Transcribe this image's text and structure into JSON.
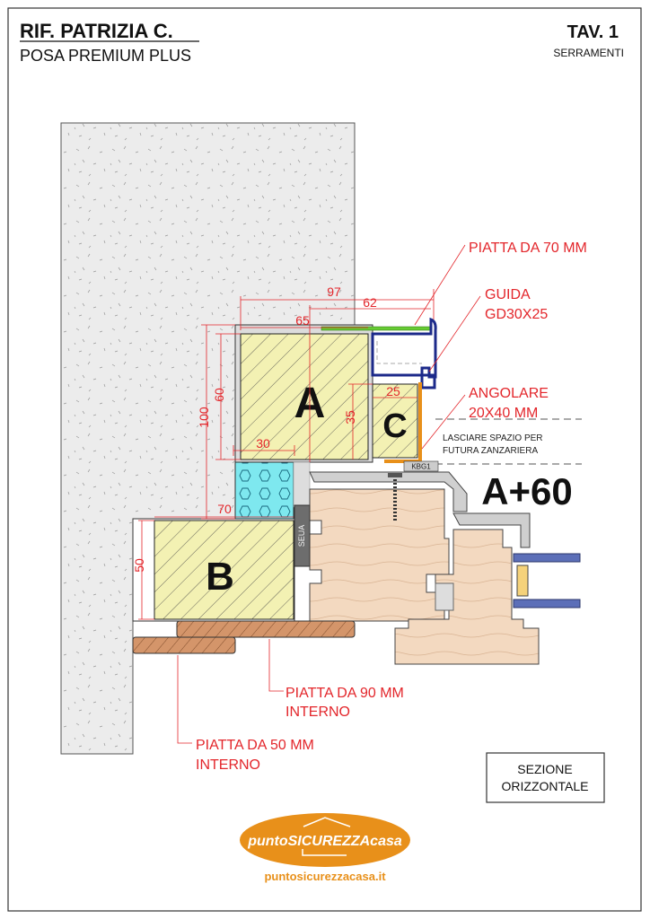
{
  "header": {
    "title": "RIF. PATRIZIA C.",
    "subtitle": "POSA PREMIUM PLUS",
    "sheet": "TAV. 1",
    "category": "SERRAMENTI"
  },
  "blocks": {
    "a": "A",
    "b": "B",
    "c": "C",
    "formula": "A+60"
  },
  "small_labels": {
    "kbg": "KBG1",
    "seal": "SEUA"
  },
  "dimensions": {
    "d97": "97",
    "d62": "62",
    "d65": "65",
    "d100": "100",
    "d60": "60",
    "d35": "35",
    "d25": "25",
    "d30": "30",
    "d70": "70",
    "d50": "50"
  },
  "callouts": {
    "piatta70": "PIATTA DA 70 MM",
    "guida_1": "GUIDA",
    "guida_2": "GD30X25",
    "angolare_1": "ANGOLARE",
    "angolare_2": "20X40 MM",
    "zanzariera_1": "LASCIARE SPAZIO PER",
    "zanzariera_2": "FUTURA ZANZARIERA",
    "piatta90_1": "PIATTA DA 90 MM",
    "piatta90_2": "INTERNO",
    "piatta50_1": "PIATTA DA 50 MM",
    "piatta50_2": "INTERNO"
  },
  "section_box": {
    "line1": "SEZIONE",
    "line2": "ORIZZONTALE"
  },
  "logo": {
    "brand": "puntoSICUREZZAcasa",
    "url": "puntosicurezzacasa.it"
  },
  "colors": {
    "red": "#e3262b",
    "orange": "#e8901a",
    "insulation": "#7ee8ef",
    "wood": "#f3d9c0",
    "green": "#66cc33",
    "blue": "#1c2a8a"
  }
}
